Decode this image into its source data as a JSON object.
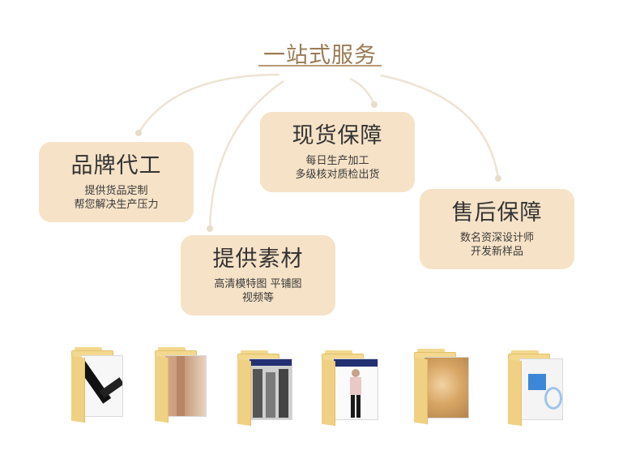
{
  "title": "一站式服务",
  "cards": [
    {
      "heading": "品牌代工",
      "lines": [
        "提供货品定制",
        "帮您解决生产压力"
      ]
    },
    {
      "heading": "现货保障",
      "lines": [
        "每日生产加工",
        "多级核对质检出货"
      ]
    },
    {
      "heading": "提供素材",
      "lines": [
        "高清模特图 平铺图",
        "视频等"
      ]
    },
    {
      "heading": "售后保障",
      "lines": [
        "数名资深设计师",
        "开发新样品"
      ]
    }
  ],
  "folders": [
    {
      "icon": "folder-icon-scarf"
    },
    {
      "icon": "folder-icon-legwear"
    },
    {
      "icon": "folder-icon-photos-psd"
    },
    {
      "icon": "folder-icon-model-psd"
    },
    {
      "icon": "folder-icon-fabric"
    },
    {
      "icon": "folder-icon-video"
    }
  ],
  "colors": {
    "card_bg": "#f6e2c7",
    "accent": "#9a7b55",
    "folder": "#f3d88e"
  }
}
